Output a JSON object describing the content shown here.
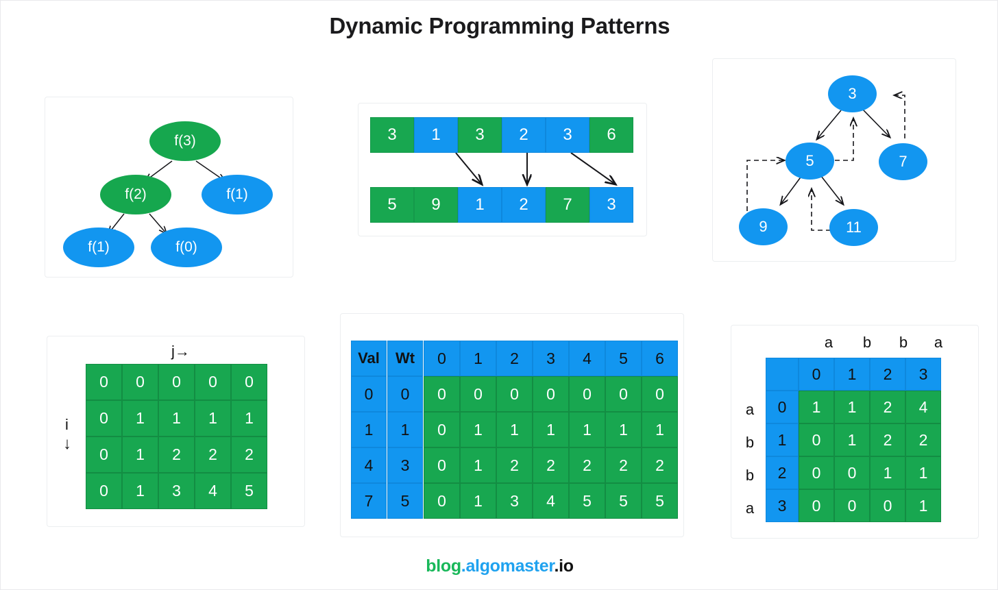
{
  "page": {
    "title": "Dynamic Programming Patterns",
    "background": "#ffffff",
    "colors": {
      "green": "#18a750",
      "blue": "#1296f0",
      "title_color": "#1b1b1d"
    }
  },
  "footer": {
    "blog": "blog",
    "dot1": ".",
    "algomaster": "algomaster",
    "dot2": ".",
    "io": "io"
  },
  "panels": {
    "recursion_tree": {
      "name": "Recursion Tree",
      "nodes": [
        {
          "label": "f(3)",
          "color": "green"
        },
        {
          "label": "f(2)",
          "color": "green"
        },
        {
          "label": "f(1)",
          "color": "blue"
        },
        {
          "label": "f(1)",
          "color": "blue"
        },
        {
          "label": "f(0)",
          "color": "blue"
        }
      ]
    },
    "arrays": {
      "name": "Array Transformation",
      "top_row": [
        {
          "value": "3",
          "color": "green"
        },
        {
          "value": "1",
          "color": "blue"
        },
        {
          "value": "3",
          "color": "green"
        },
        {
          "value": "2",
          "color": "blue"
        },
        {
          "value": "3",
          "color": "blue"
        },
        {
          "value": "6",
          "color": "green"
        }
      ],
      "bottom_row": [
        {
          "value": "5",
          "color": "green"
        },
        {
          "value": "9",
          "color": "green"
        },
        {
          "value": "1",
          "color": "blue"
        },
        {
          "value": "2",
          "color": "blue"
        },
        {
          "value": "7",
          "color": "green"
        },
        {
          "value": "3",
          "color": "blue"
        }
      ]
    },
    "memo_tree": {
      "name": "Memoized Tree",
      "nodes": [
        {
          "label": "3",
          "color": "blue"
        },
        {
          "label": "5",
          "color": "blue"
        },
        {
          "label": "7",
          "color": "blue"
        },
        {
          "label": "9",
          "color": "blue"
        },
        {
          "label": "11",
          "color": "blue"
        }
      ]
    },
    "ij_grid": {
      "name": "2D DP Grid",
      "col_axis_label": "j→",
      "row_axis_label": "i",
      "row_axis_arrow": "↓",
      "rows": [
        [
          "0",
          "0",
          "0",
          "0",
          "0"
        ],
        [
          "0",
          "1",
          "1",
          "1",
          "1"
        ],
        [
          "0",
          "1",
          "2",
          "2",
          "2"
        ],
        [
          "0",
          "1",
          "3",
          "4",
          "5"
        ]
      ]
    },
    "knapsack": {
      "name": "Knapsack Table",
      "val_header": "Val",
      "wt_header": "Wt",
      "capacity_headers": [
        "0",
        "1",
        "2",
        "3",
        "4",
        "5",
        "6"
      ],
      "values": [
        "0",
        "1",
        "4",
        "7"
      ],
      "weights": [
        "0",
        "1",
        "3",
        "5"
      ],
      "rows": [
        [
          "0",
          "0",
          "0",
          "0",
          "0",
          "0",
          "0"
        ],
        [
          "0",
          "1",
          "1",
          "1",
          "1",
          "1",
          "1"
        ],
        [
          "0",
          "1",
          "2",
          "2",
          "2",
          "2",
          "2"
        ],
        [
          "0",
          "1",
          "3",
          "4",
          "5",
          "5",
          "5"
        ]
      ]
    },
    "lcs": {
      "name": "String DP Table",
      "col_letters": [
        "a",
        "b",
        "b",
        "a"
      ],
      "col_indices": [
        "0",
        "1",
        "2",
        "3"
      ],
      "row_letters": [
        "a",
        "b",
        "b",
        "a"
      ],
      "row_indices": [
        "0",
        "1",
        "2",
        "3"
      ],
      "rows": [
        [
          "1",
          "1",
          "2",
          "4"
        ],
        [
          "0",
          "1",
          "2",
          "2"
        ],
        [
          "0",
          "0",
          "1",
          "1"
        ],
        [
          "0",
          "0",
          "0",
          "1"
        ]
      ]
    }
  }
}
